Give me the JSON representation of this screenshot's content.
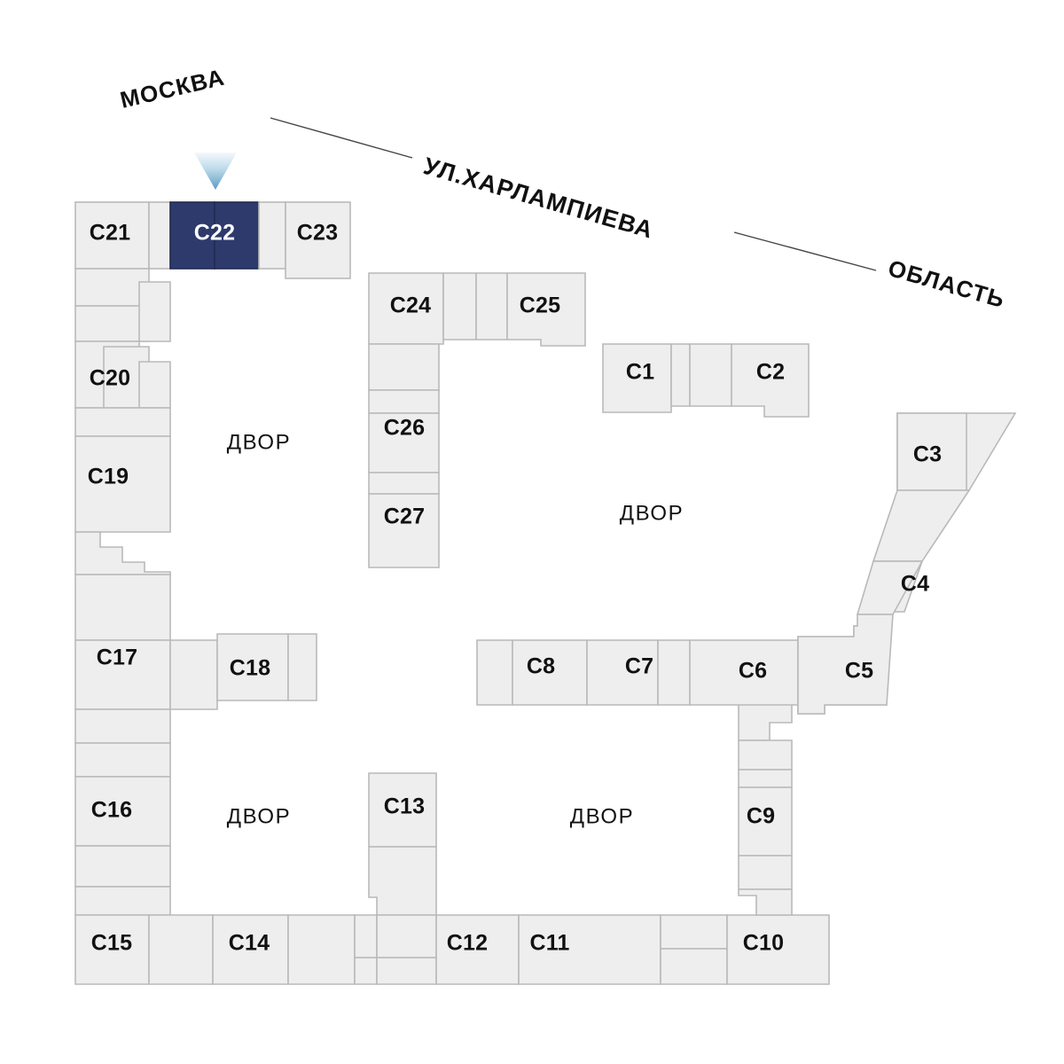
{
  "plan": {
    "title_visible": false,
    "colors": {
      "building_fill": "#eeeeee",
      "building_stroke": "#b9b9b9",
      "selected_fill": "#2d3a6b",
      "selected_text": "#ffffff",
      "text": "#111111",
      "marker_top": "#f2f8fc",
      "marker_bottom": "#5a9bc4",
      "background": "#ffffff"
    },
    "street": {
      "name": "УЛ.ХАРЛАМПИЕВА"
    },
    "directions": [
      {
        "id": "dir-moscow",
        "label": "МОСКВА"
      },
      {
        "id": "dir-oblast",
        "label": "ОБЛАСТЬ"
      }
    ],
    "marker": {
      "name": "selected-unit-marker",
      "points_to": "C22"
    },
    "selected_unit": "C22",
    "yards": [
      {
        "id": "yard-nw",
        "label": "ДВОР"
      },
      {
        "id": "yard-ne",
        "label": "ДВОР"
      },
      {
        "id": "yard-sw",
        "label": "ДВОР"
      },
      {
        "id": "yard-se",
        "label": "ДВОР"
      }
    ],
    "units": [
      {
        "id": "C1",
        "label": "C1",
        "selected": false
      },
      {
        "id": "C2",
        "label": "C2",
        "selected": false
      },
      {
        "id": "C3",
        "label": "C3",
        "selected": false
      },
      {
        "id": "C4",
        "label": "C4",
        "selected": false
      },
      {
        "id": "C5",
        "label": "C5",
        "selected": false
      },
      {
        "id": "C6",
        "label": "C6",
        "selected": false
      },
      {
        "id": "C7",
        "label": "C7",
        "selected": false
      },
      {
        "id": "C8",
        "label": "C8",
        "selected": false
      },
      {
        "id": "C9",
        "label": "C9",
        "selected": false
      },
      {
        "id": "C10",
        "label": "C10",
        "selected": false
      },
      {
        "id": "C11",
        "label": "C11",
        "selected": false
      },
      {
        "id": "C12",
        "label": "C12",
        "selected": false
      },
      {
        "id": "C13",
        "label": "C13",
        "selected": false
      },
      {
        "id": "C14",
        "label": "C14",
        "selected": false
      },
      {
        "id": "C15",
        "label": "C15",
        "selected": false
      },
      {
        "id": "C16",
        "label": "C16",
        "selected": false
      },
      {
        "id": "C17",
        "label": "C17",
        "selected": false
      },
      {
        "id": "C18",
        "label": "C18",
        "selected": false
      },
      {
        "id": "C19",
        "label": "C19",
        "selected": false
      },
      {
        "id": "C20",
        "label": "C20",
        "selected": false
      },
      {
        "id": "C21",
        "label": "C21",
        "selected": false
      },
      {
        "id": "C22",
        "label": "C22",
        "selected": true
      },
      {
        "id": "C23",
        "label": "C23",
        "selected": false
      },
      {
        "id": "C24",
        "label": "C24",
        "selected": false
      },
      {
        "id": "C25",
        "label": "C25",
        "selected": false
      },
      {
        "id": "C26",
        "label": "C26",
        "selected": false
      },
      {
        "id": "C27",
        "label": "C27",
        "selected": false
      }
    ]
  }
}
